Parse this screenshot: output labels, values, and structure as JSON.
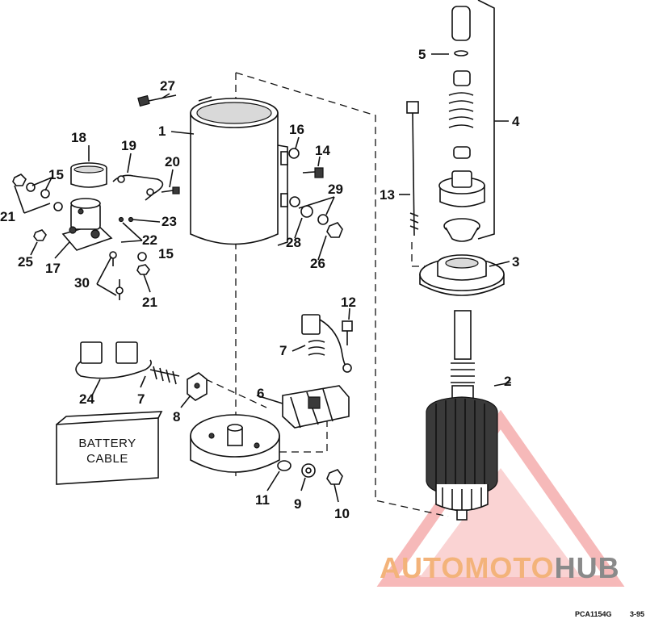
{
  "diagram": {
    "callouts": [
      "1",
      "2",
      "3",
      "4",
      "5",
      "6",
      "7",
      "7",
      "8",
      "9",
      "10",
      "11",
      "12",
      "13",
      "14",
      "15",
      "15",
      "16",
      "17",
      "18",
      "19",
      "20",
      "21",
      "21",
      "22",
      "23",
      "24",
      "25",
      "26",
      "27",
      "28",
      "29",
      "30"
    ],
    "battery_label_line1": "BATTERY",
    "battery_label_line2": "CABLE",
    "reference_code": "PCA1154G",
    "revision": "3-95"
  },
  "watermark": {
    "prefix": "AUTOMOTO",
    "suffix": "HUB",
    "colors": {
      "prefix": "#f3b37a",
      "suffix": "#8a8a8a",
      "triangle": "#f08080"
    }
  }
}
